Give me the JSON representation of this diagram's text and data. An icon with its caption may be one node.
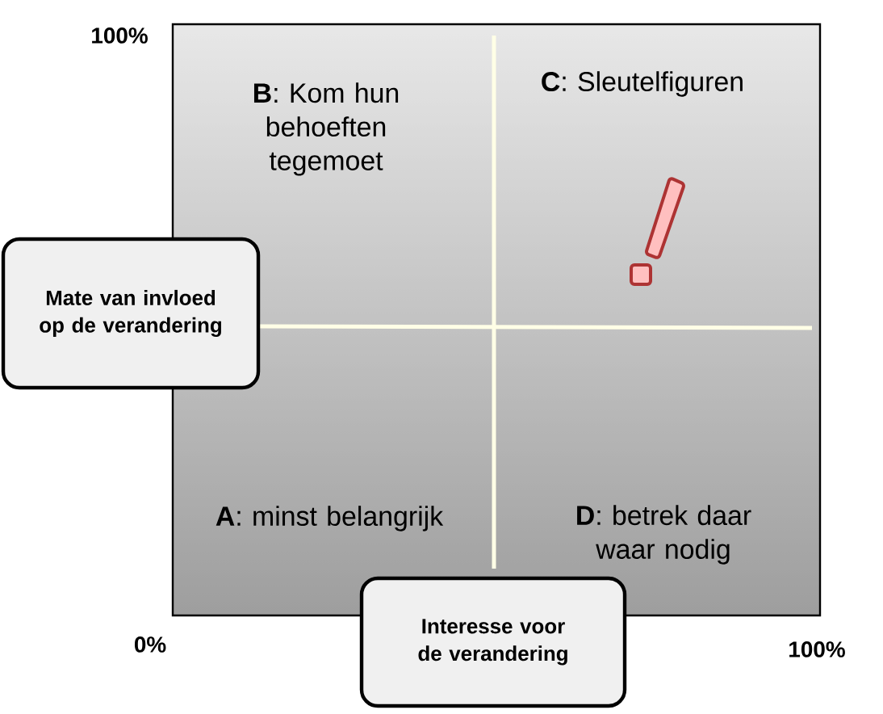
{
  "diagram": {
    "nodes": [
      {
        "text": [
          "Mate van invloed op de verandering"
        ]
      },
      {
        "text": [
          "Interesse voor de verandering"
        ]
      }
    ],
    "labels": [
      "100%",
      "**B**: Kom hun behoeften tegemoet",
      "**C**: Sleutelfiguren",
      "**A**: minst belangrijk",
      "**D**: betrek daar waar nodig",
      "0%",
      "100%"
    ]
  }
}
